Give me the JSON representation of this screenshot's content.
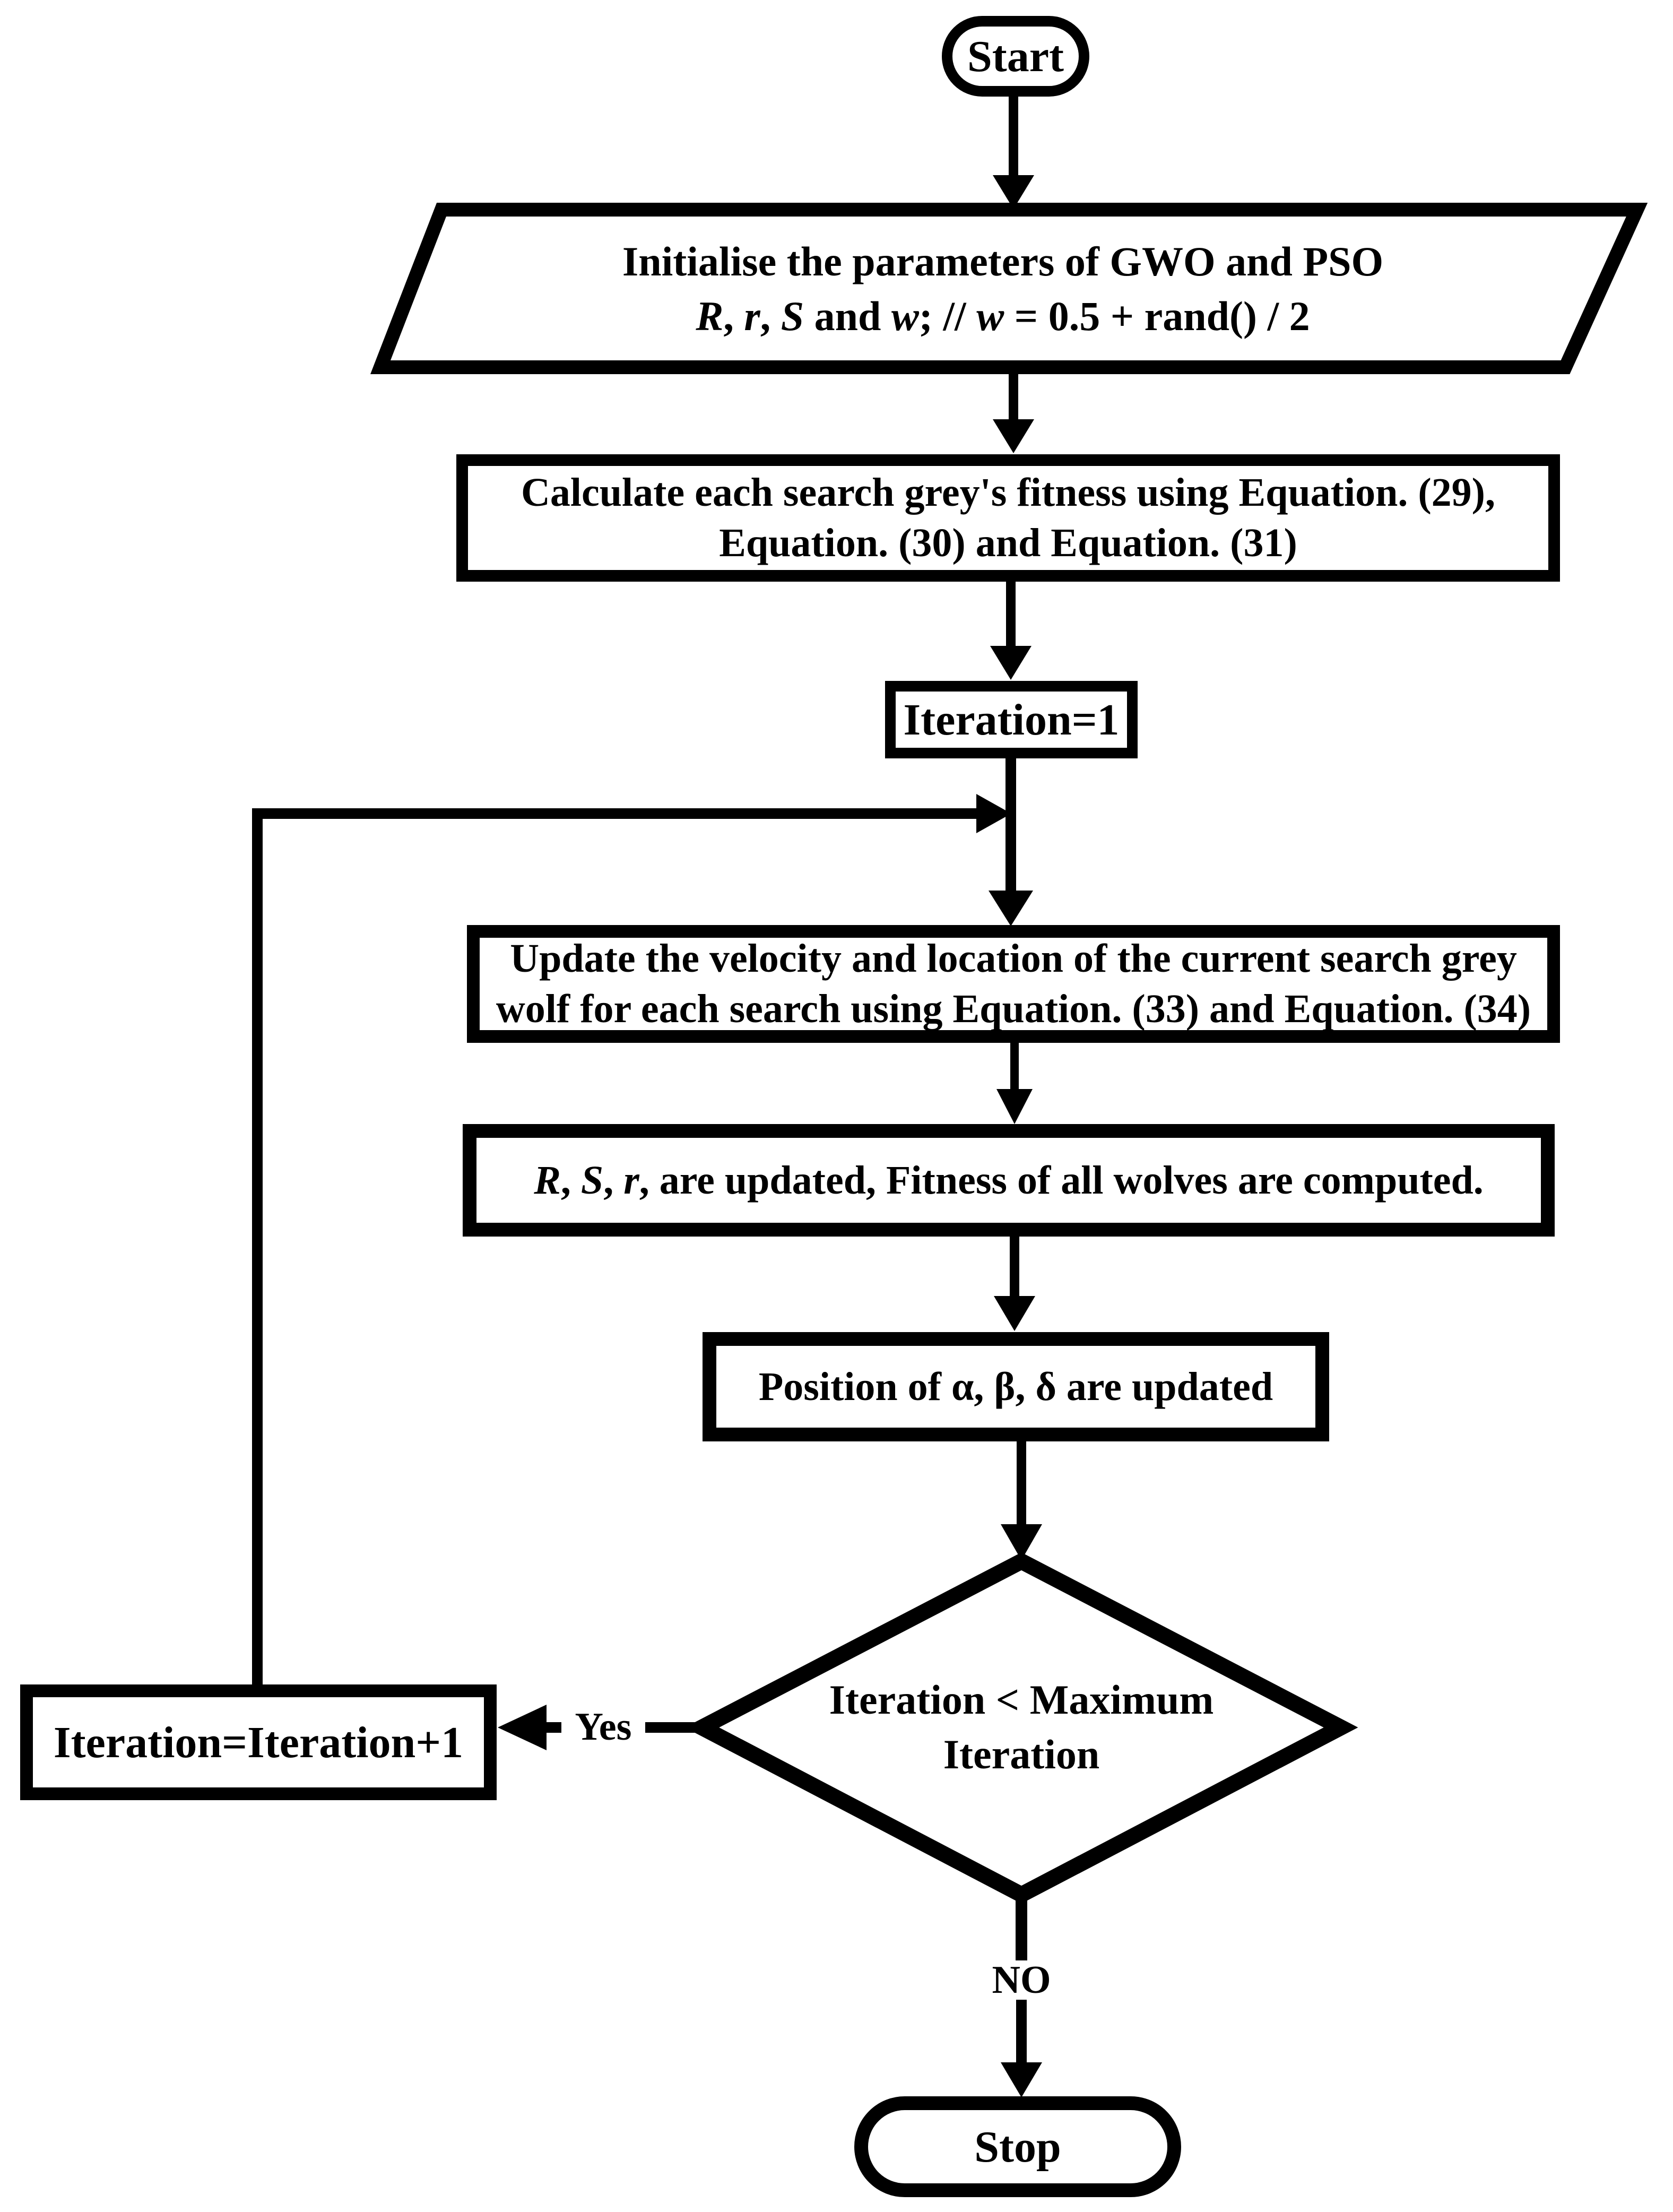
{
  "title": "GWO-PSO flowchart",
  "colors": {
    "ink": "#000000",
    "background": "#ffffff"
  },
  "nodes": {
    "start": "Start",
    "init": {
      "line1": "Initialise the parameters of GWO and PSO",
      "line2_parts": [
        "R",
        ", ",
        "r",
        ", ",
        "S",
        " and ",
        "w",
        "; // ",
        "w",
        " = 0.5 + rand() / 2"
      ]
    },
    "fitness": {
      "line1": "Calculate each search grey's fitness using Equation. (29),",
      "line2": "Equation. (30) and Equation. (31)"
    },
    "iter_init": "Iteration=1",
    "update": {
      "line1": "Update the velocity and location of the current search grey",
      "line2": "wolf for each search using Equation. (33) and Equation. (34)"
    },
    "rsr_parts": [
      "R",
      ", ",
      "S",
      ", ",
      "r",
      ", are updated, Fitness of all wolves are computed."
    ],
    "position": "Position of α, β, δ are updated",
    "decision": {
      "line1": "Iteration < Maximum",
      "line2": "Iteration"
    },
    "iter_inc": "Iteration=Iteration+1",
    "stop": "Stop"
  },
  "labels": {
    "yes": "Yes",
    "no": "NO"
  }
}
